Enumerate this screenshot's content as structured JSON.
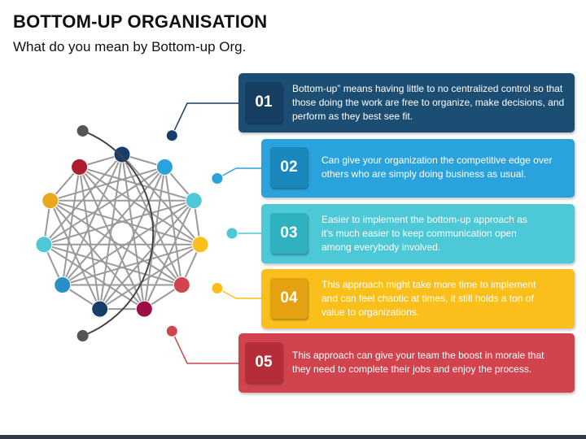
{
  "title": "BOTTOM-UP ORGANISATION",
  "subtitle": "What do you mean by Bottom-up Org.",
  "colors": {
    "navy": "#1c4e74",
    "blue": "#2aa3dd",
    "teal": "#4cc8d6",
    "yellow": "#fbbf1c",
    "red": "#d1444e",
    "maroon": "#9c0f46",
    "dark_navy": "#163e6a",
    "line_gray": "#9a9a9a",
    "arc_gray": "#444444"
  },
  "network_nodes": [
    {
      "color": "#163e6a"
    },
    {
      "color": "#2aa3dd"
    },
    {
      "color": "#4cc8d6"
    },
    {
      "color": "#fbbf1c"
    },
    {
      "color": "#d1444e"
    },
    {
      "color": "#9c0f46"
    },
    {
      "color": "#163e6a"
    },
    {
      "color": "#2a8fc7"
    },
    {
      "color": "#4cc8d6"
    },
    {
      "color": "#e8a91c"
    },
    {
      "color": "#b01c32"
    }
  ],
  "items": [
    {
      "number": "01",
      "text": "Bottom-up” means having little to no centralized control so that those doing the work are free to organize, make decisions, and perform as they best see fit."
    },
    {
      "number": "02",
      "text": "Can give your organization the competitive edge over others who are simply doing business as usual."
    },
    {
      "number": "03",
      "text": "Easier to implement the bottom-up approach as it's much easier to keep communication open among everybody involved."
    },
    {
      "number": "04",
      "text": "This approach might take more time to implement and can feel chaotic at times, it still holds a ton of value to organizations."
    },
    {
      "number": "05",
      "text": "This approach can give your team the boost in morale that they need to complete their jobs and enjoy the process."
    }
  ]
}
